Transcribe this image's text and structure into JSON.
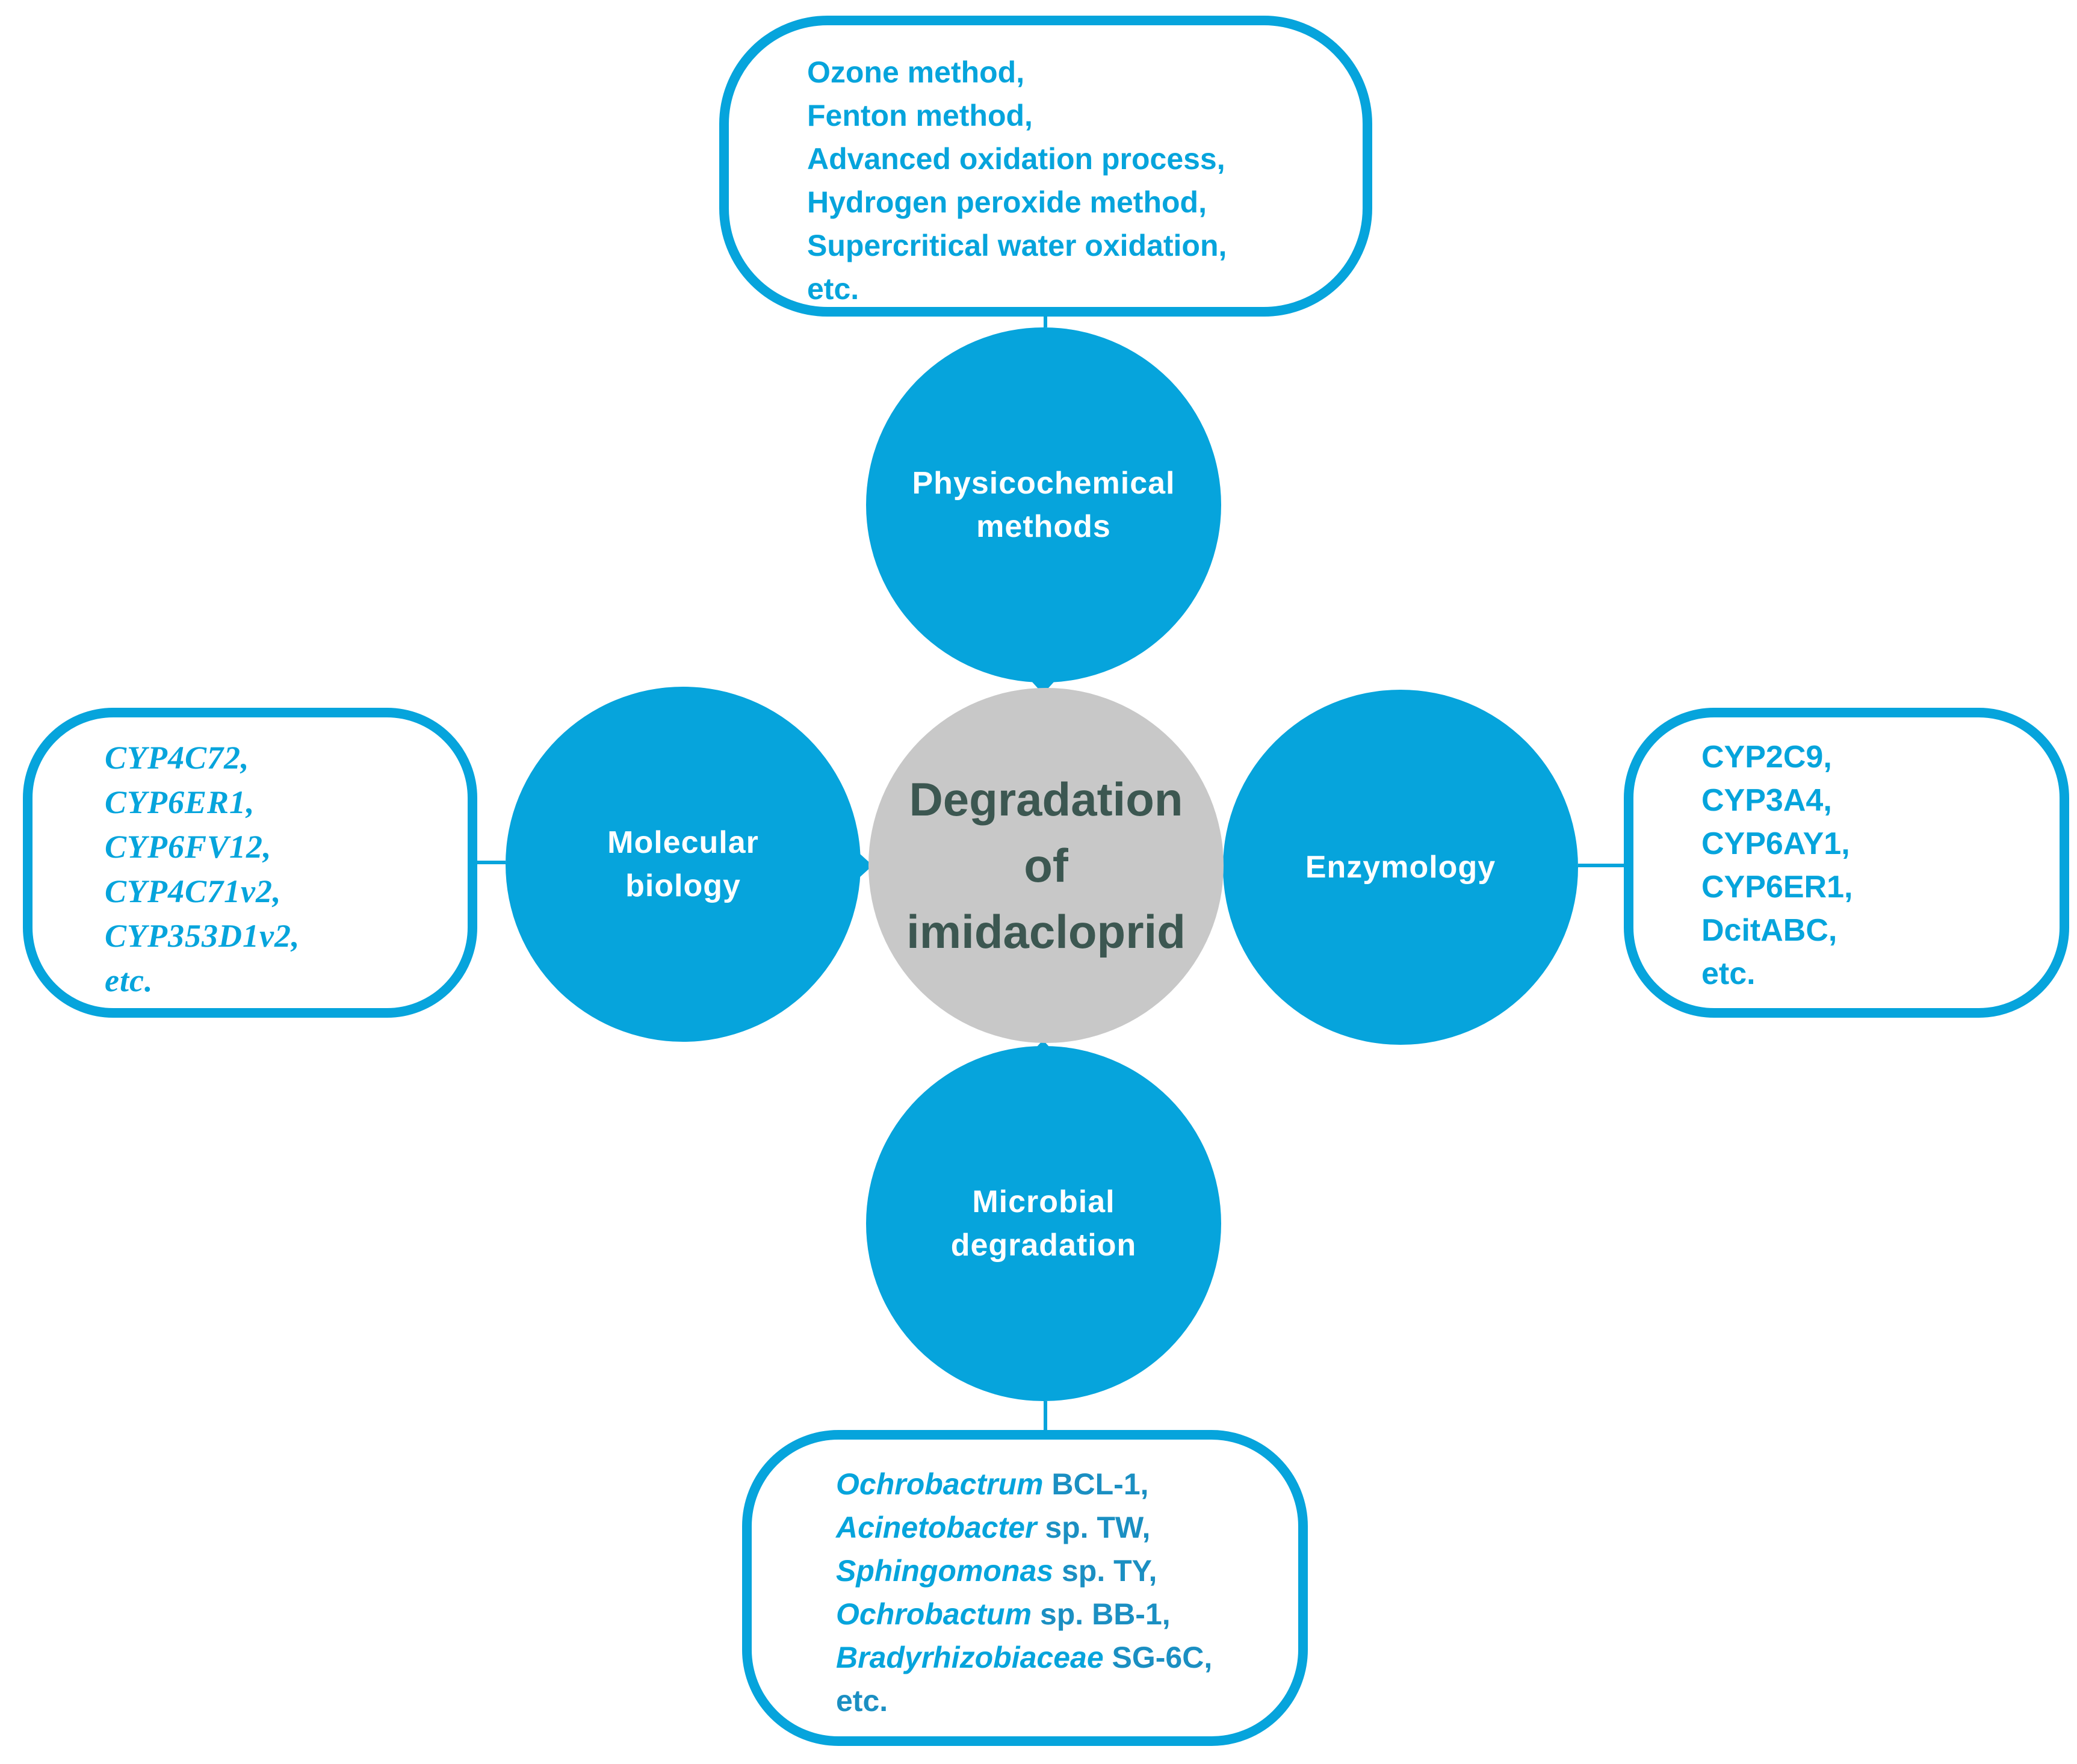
{
  "colors": {
    "node_fill": "#06a4dc",
    "hub_fill": "#c8c8c8",
    "hub_text": "#3c5751",
    "box_border": "#06a4dc",
    "box_text": "#06a4dc"
  },
  "center": {
    "lines": [
      "Degradation",
      "of",
      "imidacloprid"
    ]
  },
  "nodes": {
    "top": {
      "lines": [
        "Physicochemical",
        "methods"
      ]
    },
    "left": {
      "lines": [
        "Molecular",
        "biology"
      ]
    },
    "right": {
      "lines": [
        "Enzymology"
      ]
    },
    "bottom": {
      "lines": [
        "Microbial",
        "degradation"
      ]
    }
  },
  "boxes": {
    "top": {
      "lines": [
        "Ozone method,",
        "Fenton method,",
        "Advanced oxidation process,",
        "Hydrogen peroxide method,",
        "Supercritical water oxidation,",
        "etc."
      ]
    },
    "left": {
      "lines": [
        "CYP4C72,",
        "CYP6ER1,",
        "CYP6FV12,",
        "CYP4C71v2,",
        "CYP353D1v2,",
        "etc."
      ]
    },
    "right": {
      "lines": [
        "CYP2C9,",
        "CYP3A4,",
        "CYP6AY1,",
        "CYP6ER1,",
        "DcitABC,",
        "etc."
      ]
    },
    "bottom": {
      "items": [
        {
          "italic": "Ochrobactrum",
          "rest": " BCL-1,"
        },
        {
          "italic": "Acinetobacter",
          "rest": " sp. TW,"
        },
        {
          "italic": "Sphingomonas",
          "rest": " sp. TY,"
        },
        {
          "italic": "Ochrobactum",
          "rest": " sp. BB-1,"
        },
        {
          "italic": "Bradyrhizobiaceae",
          "rest": " SG-6C,"
        }
      ],
      "last": "etc."
    }
  }
}
